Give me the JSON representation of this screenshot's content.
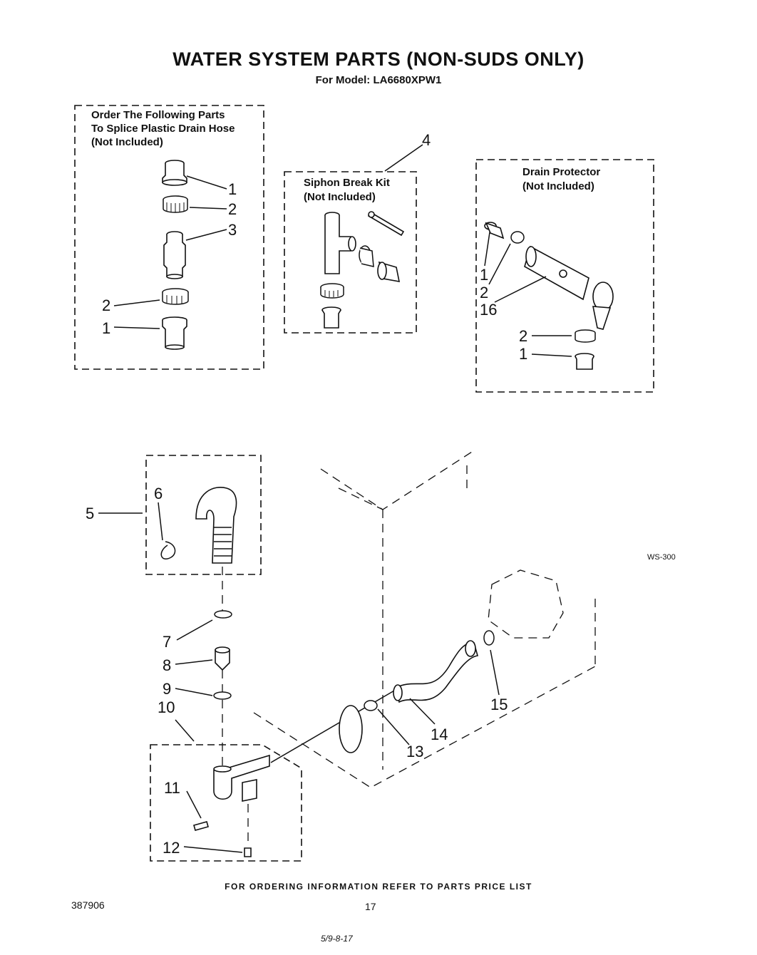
{
  "title": "WATER SYSTEM PARTS (NON-SUDS ONLY)",
  "subtitle": "For Model: LA6680XPW1",
  "boxes": {
    "splice": {
      "line1": "Order The Following Parts",
      "line2": "To Splice Plastic Drain Hose",
      "line3": "(Not Included)"
    },
    "siphon": {
      "line1": "Siphon Break Kit",
      "line2": "(Not Included)"
    },
    "drain": {
      "line1": "Drain Protector",
      "line2": "(Not Included)"
    }
  },
  "callouts": {
    "splice_1a": "1",
    "splice_2a": "2",
    "splice_3": "3",
    "splice_2b": "2",
    "splice_1b": "1",
    "siphon_4": "4",
    "drain_1a": "1",
    "drain_2a": "2",
    "drain_16": "16",
    "drain_2b": "2",
    "drain_1b": "1",
    "c5": "5",
    "c6": "6",
    "c7": "7",
    "c8": "8",
    "c9": "9",
    "c10": "10",
    "c11": "11",
    "c12": "12",
    "c13": "13",
    "c14": "14",
    "c15": "15"
  },
  "figure_code": "WS-300",
  "footer": "FOR ORDERING INFORMATION REFER TO PARTS PRICE LIST",
  "doc_number": "387906",
  "page_number": "17",
  "handwritten_note": "5/9-8-17"
}
